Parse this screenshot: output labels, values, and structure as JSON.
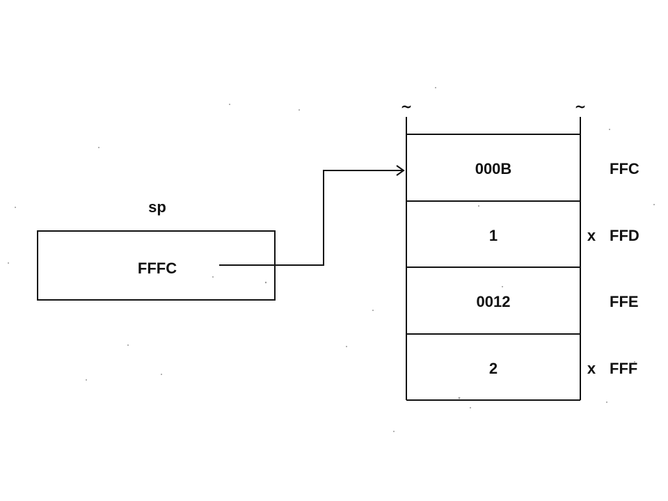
{
  "pointer": {
    "label": "sp",
    "value": "FFFC"
  },
  "stack": {
    "top_marks": [
      "~",
      "~"
    ],
    "cells": [
      {
        "value": "000B",
        "address": "FFC",
        "marker": ""
      },
      {
        "value": "1",
        "address": "FFD",
        "marker": "x"
      },
      {
        "value": "0012",
        "address": "FFE",
        "marker": ""
      },
      {
        "value": "2",
        "address": "FFF",
        "marker": "x"
      }
    ]
  }
}
